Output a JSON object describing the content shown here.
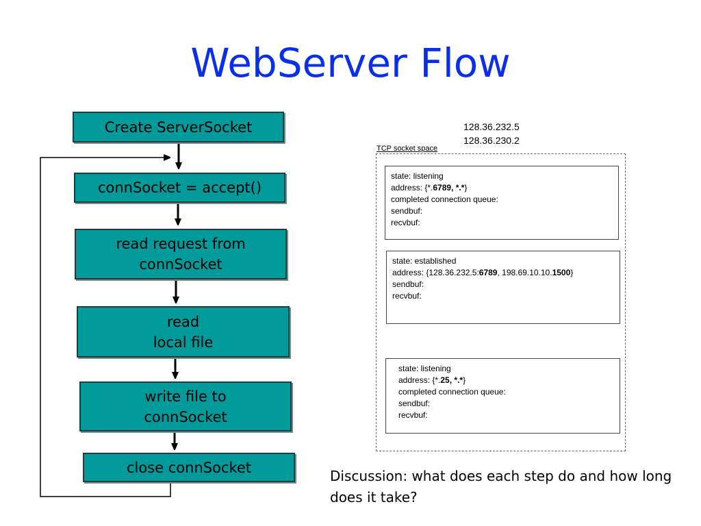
{
  "slide": {
    "title": "WebServer Flow",
    "discussion": "Discussion: what does each step do and how long does it take?"
  },
  "flow": {
    "steps": [
      {
        "label": "Create ServerSocket"
      },
      {
        "label": "connSocket = accept()"
      },
      {
        "label": "read request from\nconnSocket"
      },
      {
        "label": "read\nlocal file"
      },
      {
        "label": "write file to\nconnSocket"
      },
      {
        "label": "close connSocket"
      }
    ]
  },
  "socket_space": {
    "label": "TCP socket space",
    "ips": [
      "128.36.232.5",
      "128.36.230.2"
    ],
    "sockets": [
      {
        "state": "state: listening",
        "address_prefix": "address:  {*.",
        "address_bold": "6789",
        "address_mid": ", *.",
        "address_bold2": "*",
        "address_suffix": "}",
        "lines": [
          "completed connection queue:",
          "sendbuf:",
          "recvbuf:"
        ]
      },
      {
        "state": "state: established",
        "address_prefix": "address:  {128.36.232.5:",
        "address_bold": "6789",
        "address_mid": ", 198.69.10.10.",
        "address_bold2": "1500",
        "address_suffix": "}",
        "lines": [
          "sendbuf:",
          "recvbuf:"
        ]
      },
      {
        "state": "state: listening",
        "address_prefix": "address:  {*.",
        "address_bold": "25",
        "address_mid": ", *.",
        "address_bold2": "*",
        "address_suffix": "}",
        "lines": [
          "completed connection queue:",
          "sendbuf:",
          "recvbuf:"
        ]
      }
    ]
  },
  "colors": {
    "title": "#0b2fe6",
    "box_fill": "#009a9a"
  }
}
